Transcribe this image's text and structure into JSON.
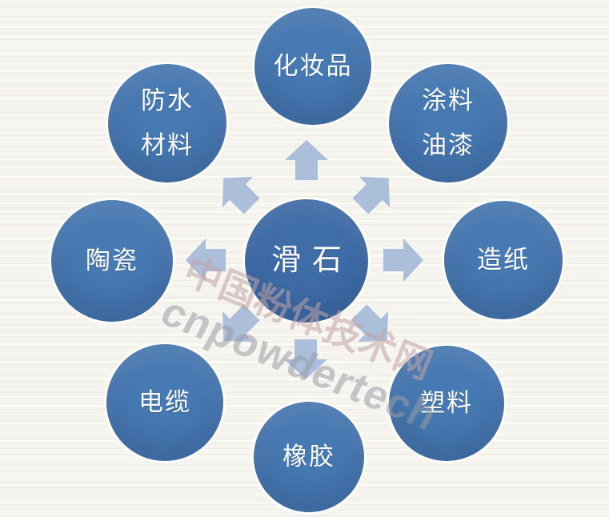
{
  "diagram": {
    "title_hint": "talc-applications-radial-diagram",
    "nodes": {
      "center": {
        "label": "滑石"
      },
      "cosmetics": {
        "label": "化妆品"
      },
      "waterproof": {
        "lines": [
          "防水",
          "材料"
        ]
      },
      "coatings": {
        "lines": [
          "涂料",
          "油漆"
        ]
      },
      "ceramics": {
        "label": "陶瓷"
      },
      "paper": {
        "label": "造纸"
      },
      "cable": {
        "label": "电缆"
      },
      "plastics": {
        "label": "塑料"
      },
      "rubber": {
        "label": "橡胶"
      }
    },
    "arrows": [
      "up",
      "up-right",
      "right",
      "down-right",
      "down",
      "down-left",
      "left",
      "up-left"
    ],
    "watermark": {
      "line1": "中国粉体技术网",
      "line2": "cnpowdertech"
    },
    "colors": {
      "background": "#f6f4ef",
      "center_fill": "#3f6da8",
      "node_fill": "#4779b2",
      "arrow_fill": "#abbeda",
      "text": "#ffffff",
      "watermark_cn": "#c3a4a6",
      "watermark_en": "#989da5"
    }
  }
}
